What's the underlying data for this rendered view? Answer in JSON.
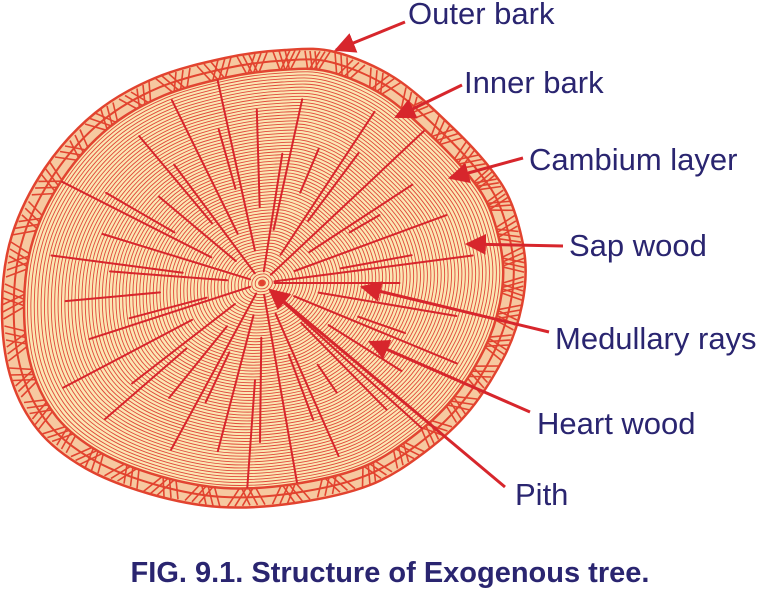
{
  "labels": {
    "outer_bark": "Outer bark",
    "inner_bark": "Inner bark",
    "cambium_layer": "Cambium layer",
    "sap_wood": "Sap wood",
    "medullary_rays": "Medullary rays",
    "heart_wood": "Heart wood",
    "pith": "Pith"
  },
  "caption": "FIG. 9.1.  Structure of Exogenous tree.",
  "colors": {
    "wood_fill": "#fbe7b4",
    "ring_line": "#e0483a",
    "bark": "#e2432f",
    "arrow": "#d7262c",
    "text": "#2a2570"
  }
}
